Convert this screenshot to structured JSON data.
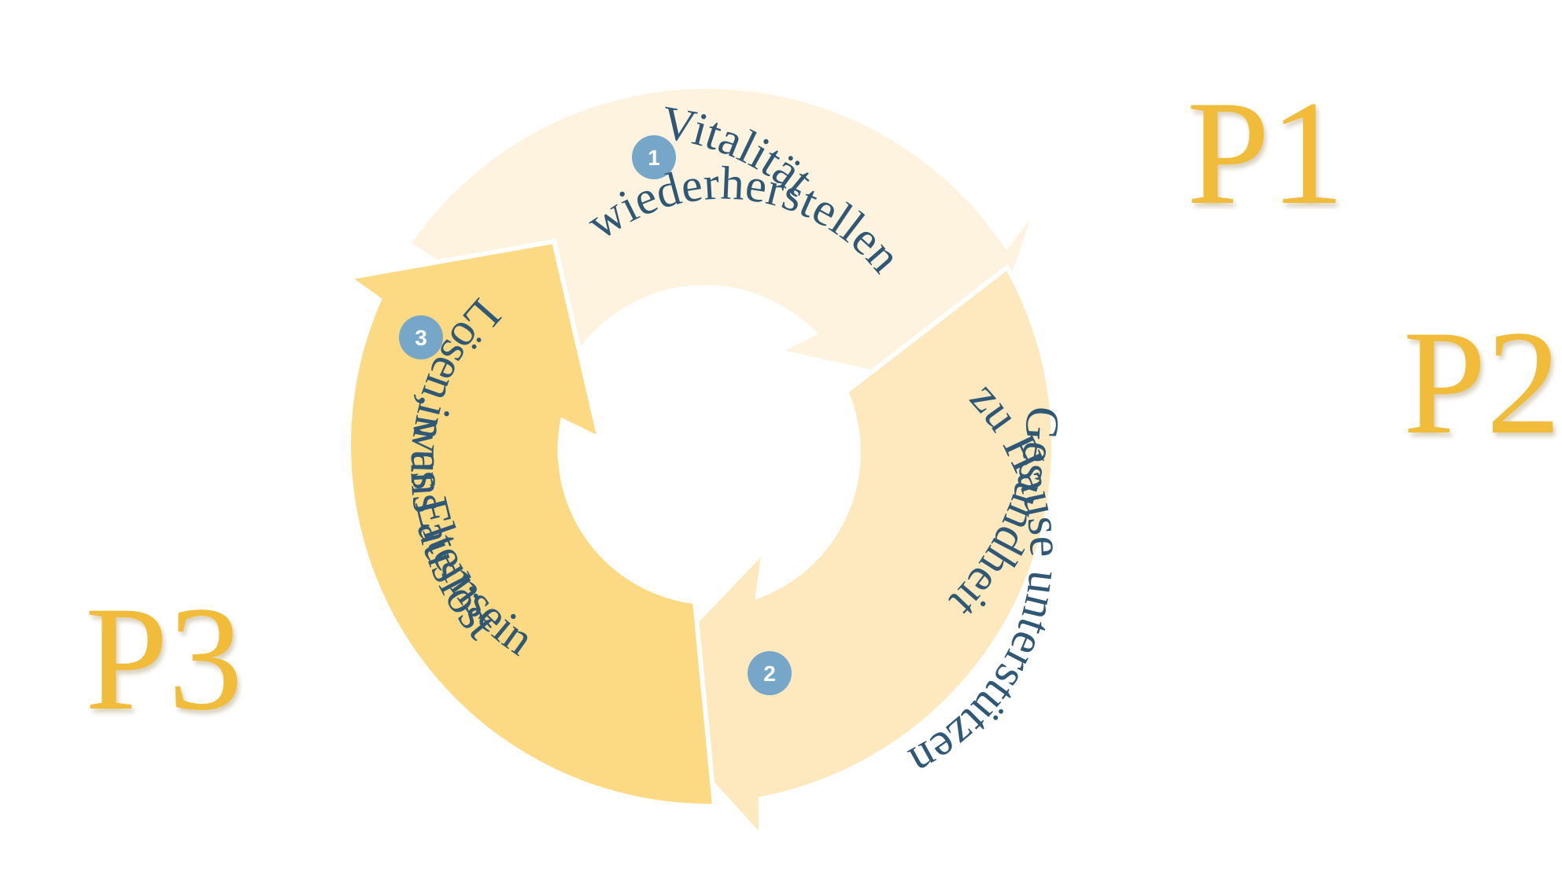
{
  "steps": [
    {
      "number": "1",
      "line1": "Vitalität",
      "line2": "wiederherstellen"
    },
    {
      "number": "2",
      "line1": "Gesundheit",
      "line2": "zu Hause unterstützen"
    },
    {
      "number": "3",
      "line1": "Lösen, was Elternsein",
      "line2": "in uns auslöst"
    }
  ],
  "labels": {
    "p1": "P1",
    "p2": "P2",
    "p3": "P3"
  },
  "colors": {
    "arrow1": "#fdf3df",
    "arrow2": "#fde9bd",
    "arrow3": "#fcd983",
    "badge": "#76a6c8",
    "text": "#2f5876",
    "label": "#f0bc3a"
  }
}
